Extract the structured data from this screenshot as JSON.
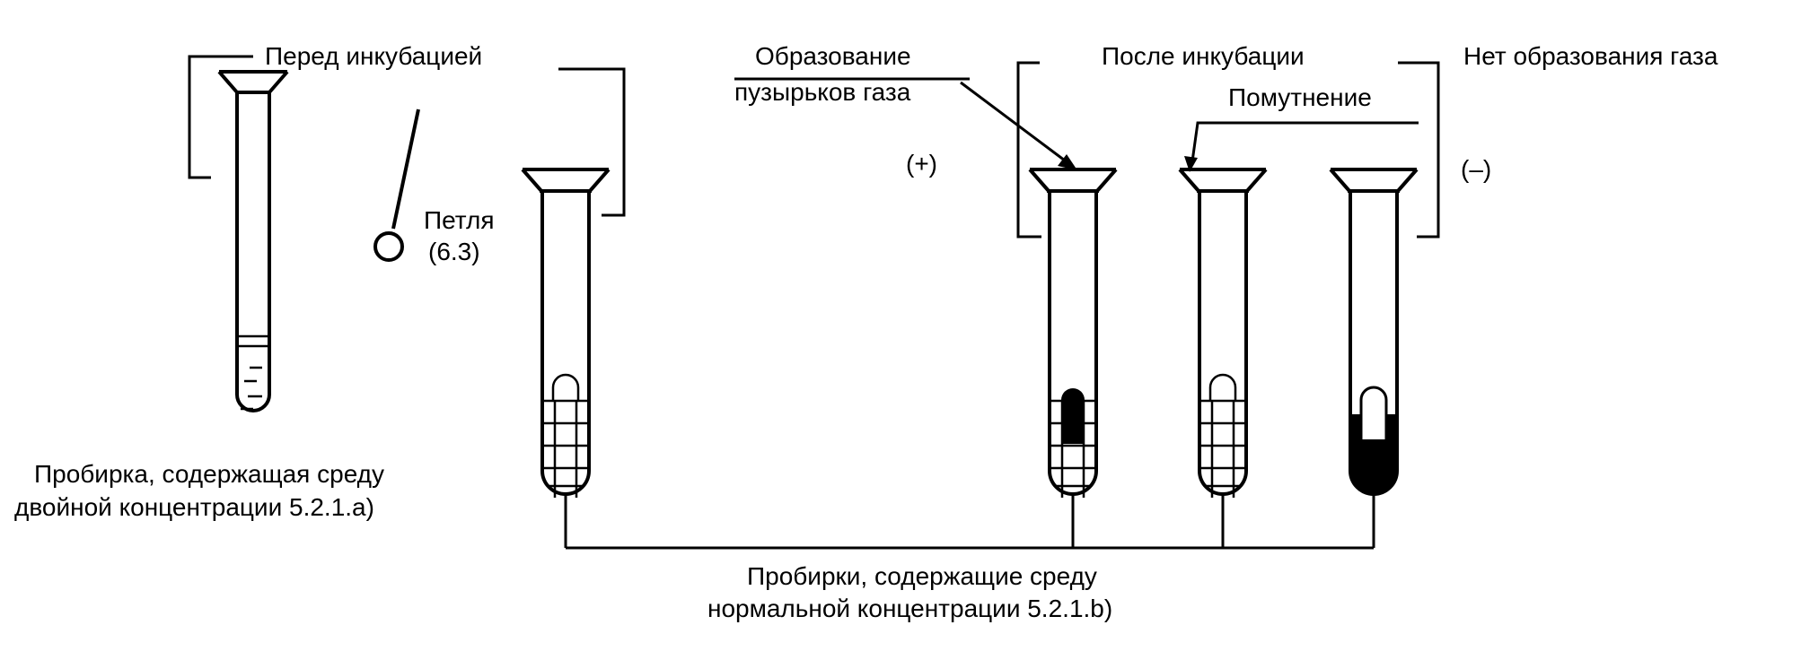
{
  "diagram": {
    "labels": {
      "before_incubation": "Перед инкубацией",
      "after_incubation": "После инкубации",
      "gas_bubbles_line1": "Образование",
      "gas_bubbles_line2": "пузырьков газа",
      "no_gas": "Нет образования газа",
      "turbidity": "Помутнение",
      "positive": "(+)",
      "negative": "(–)",
      "loop_line1": "Петля",
      "loop_line2": "(6.3)",
      "double_tube_line1": "Пробирка, содержащая среду",
      "double_tube_line2": "двойной концентрации 5.2.1.a)",
      "normal_tubes_line1": "Пробирки, содержащие среду",
      "normal_tubes_line2": "нормальной концентрации 5.2.1.b)"
    }
  }
}
